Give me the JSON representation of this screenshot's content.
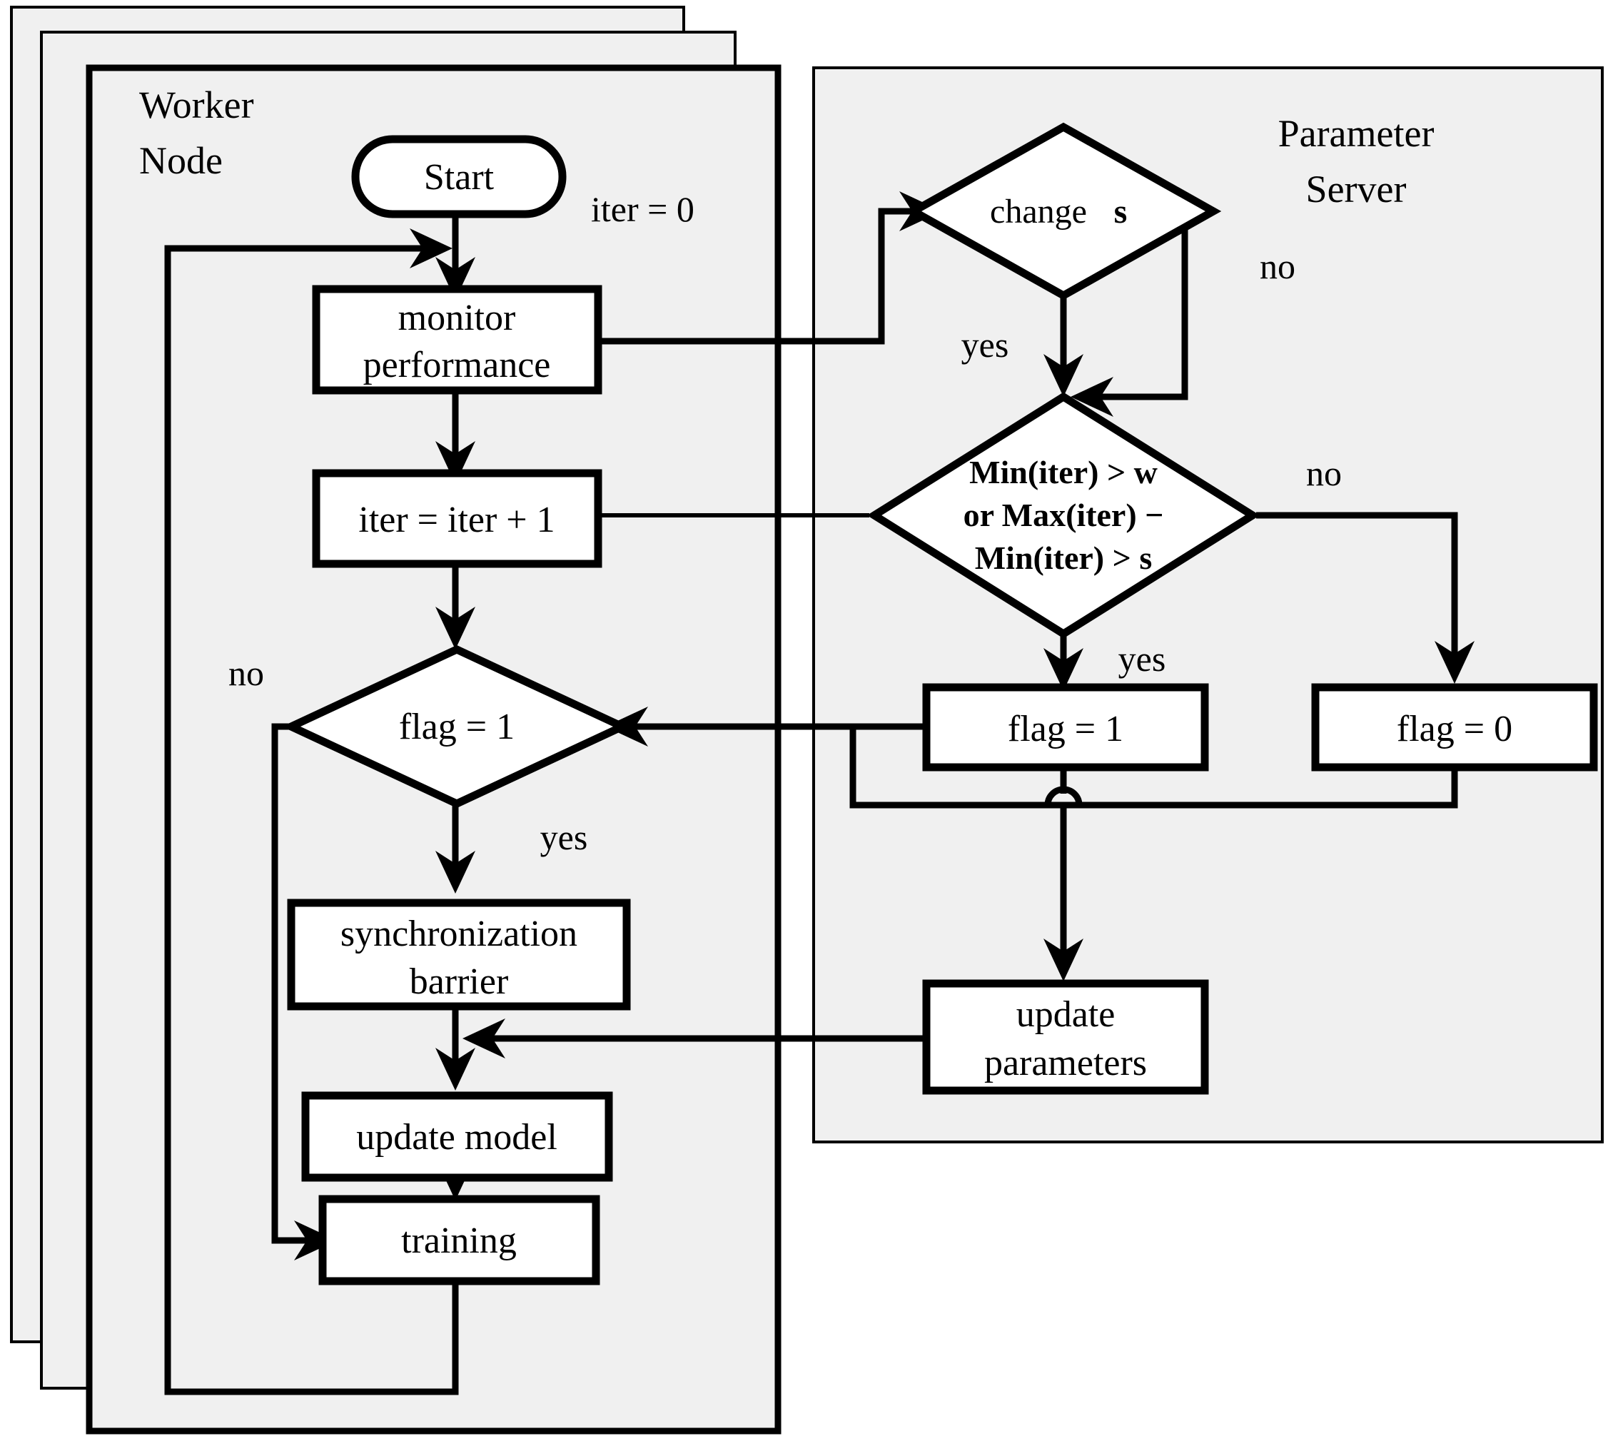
{
  "diagram": {
    "type": "flowchart",
    "title": "Distributed training worker node / parameter server control flow",
    "panels": [
      {
        "id": "worker",
        "label_line1": "Worker",
        "label_line2": "Node",
        "stacked_copies": 3
      },
      {
        "id": "server",
        "label_line1": "Parameter",
        "label_line2": "Server",
        "stacked_copies": 1
      }
    ],
    "nodes": [
      {
        "id": "start",
        "shape": "terminator",
        "panel": "worker",
        "text": "Start"
      },
      {
        "id": "monitor",
        "shape": "process",
        "panel": "worker",
        "text_line1": "monitor",
        "text_line2": "performance"
      },
      {
        "id": "iter",
        "shape": "process",
        "panel": "worker",
        "text": "iter = iter + 1"
      },
      {
        "id": "flagcheck",
        "shape": "decision",
        "panel": "worker",
        "text": "flag = 1"
      },
      {
        "id": "syncbarrier",
        "shape": "process",
        "panel": "worker",
        "text_line1": "synchronization",
        "text_line2": "barrier"
      },
      {
        "id": "updatemodel",
        "shape": "process",
        "panel": "worker",
        "text": "update model"
      },
      {
        "id": "training",
        "shape": "process",
        "panel": "worker",
        "text": "training"
      },
      {
        "id": "changes",
        "shape": "decision",
        "panel": "server",
        "text": "change",
        "text_bold": "s"
      },
      {
        "id": "cond",
        "shape": "decision",
        "panel": "server",
        "text_line1": "Min(iter) > w",
        "text_line2": "or Max(iter)  −",
        "text_line3": "Min(iter) > s",
        "bold": true
      },
      {
        "id": "flag1",
        "shape": "process",
        "panel": "server",
        "text": "flag = 1"
      },
      {
        "id": "flag0",
        "shape": "process",
        "panel": "server",
        "text": "flag = 0"
      },
      {
        "id": "updateparams",
        "shape": "process",
        "panel": "server",
        "text_line1": "update",
        "text_line2": "parameters"
      }
    ],
    "edge_labels": {
      "iter_zero": "iter = 0",
      "changes_yes": "yes",
      "changes_no": "no",
      "cond_yes": "yes",
      "cond_no": "no",
      "flagcheck_yes": "yes",
      "flagcheck_no": "no"
    },
    "colors": {
      "panel_bg": "#f0f0f0",
      "node_bg": "#ffffff",
      "stroke": "#000000",
      "page_bg": "#ffffff"
    }
  }
}
